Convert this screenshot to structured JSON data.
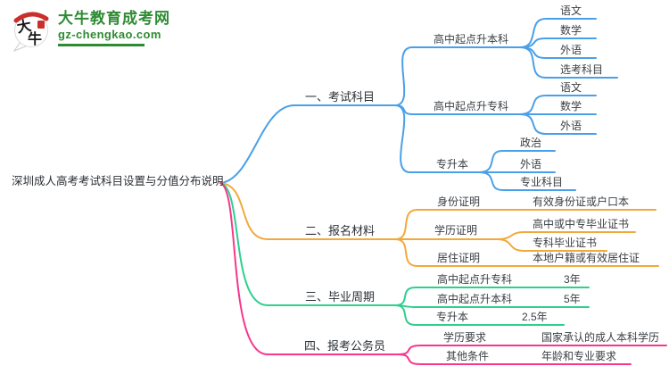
{
  "site": {
    "logo_icon": "ox-speech-bubble-icon",
    "logo_glyph_1": "大",
    "logo_glyph_2": "牛",
    "title": "大牛教育成考网",
    "domain": "gz-chengkao.com",
    "brand_color": "#2e8b33",
    "logo_red": "#c9302c"
  },
  "mindmap": {
    "root": "深圳成人高考考试科目设置与分值分布说明",
    "branches": [
      {
        "label": "一、考试科目",
        "color": "#4aa0e8",
        "children": [
          {
            "label": "高中起点升本科",
            "children": [
              {
                "label": "语文"
              },
              {
                "label": "数学"
              },
              {
                "label": "外语"
              },
              {
                "label": "选考科目"
              }
            ]
          },
          {
            "label": "高中起点升专科",
            "children": [
              {
                "label": "语文"
              },
              {
                "label": "数学"
              },
              {
                "label": "外语"
              }
            ]
          },
          {
            "label": "专升本",
            "children": [
              {
                "label": "政治"
              },
              {
                "label": "外语"
              },
              {
                "label": "专业科目"
              }
            ]
          }
        ]
      },
      {
        "label": "二、报名材料",
        "color": "#f2a93c",
        "children": [
          {
            "label": "身份证明",
            "children": [
              {
                "label": "有效身份证或户口本"
              }
            ]
          },
          {
            "label": "学历证明",
            "children": [
              {
                "label": "高中或中专毕业证书"
              },
              {
                "label": "专科毕业证书"
              }
            ]
          },
          {
            "label": "居住证明",
            "children": [
              {
                "label": "本地户籍或有效居住证"
              }
            ]
          }
        ]
      },
      {
        "label": "三、毕业周期",
        "color": "#2fcf8e",
        "children": [
          {
            "label": "高中起点升专科",
            "children": [
              {
                "label": "3年"
              }
            ]
          },
          {
            "label": "高中起点升本科",
            "children": [
              {
                "label": "5年"
              }
            ]
          },
          {
            "label": "专升本",
            "children": [
              {
                "label": "2.5年"
              }
            ]
          }
        ]
      },
      {
        "label": "四、报考公务员",
        "color": "#f5388d",
        "children": [
          {
            "label": "学历要求",
            "children": [
              {
                "label": "国家承认的成人本科学历"
              }
            ]
          },
          {
            "label": "其他条件",
            "children": [
              {
                "label": "年龄和专业要求"
              }
            ]
          }
        ]
      }
    ]
  }
}
